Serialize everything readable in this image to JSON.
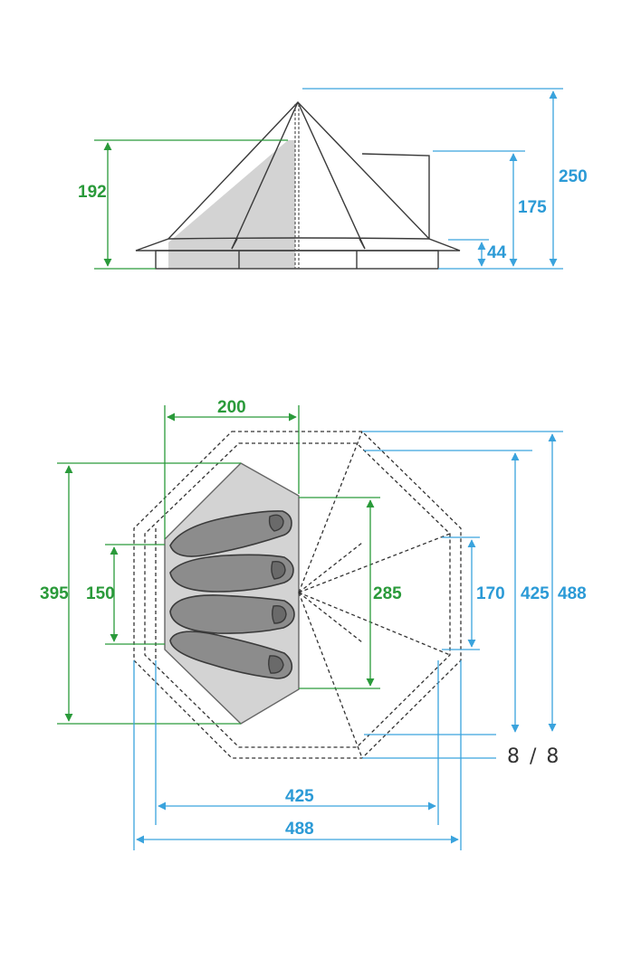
{
  "side_view": {
    "inner_height": "192",
    "total_height": "250",
    "door_height": "175",
    "wall_height": "44"
  },
  "floor_plan": {
    "inner_width_top": "200",
    "inner_length": "395",
    "bag_span": "150",
    "inner_side": "285",
    "vestibule_side": "170",
    "depth_inner": "425",
    "depth_outer": "488",
    "width_inner": "425",
    "width_outer": "488",
    "sleeping_bags": 4
  },
  "colors": {
    "inner_dims": "#2a9a3a",
    "outer_dims": "#2b9ad6",
    "inner_tent_fill": "#d3d3d3",
    "bag_fill": "#8c8c8c"
  },
  "pager": {
    "label": "8 / 8"
  }
}
